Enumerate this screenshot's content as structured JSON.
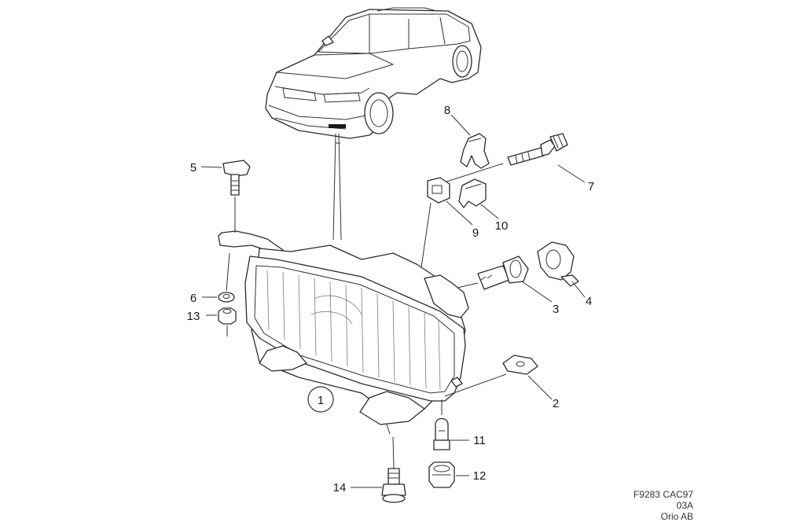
{
  "callouts": {
    "c1": "1",
    "c2": "2",
    "c3": "3",
    "c4": "4",
    "c5": "5",
    "c6": "6",
    "c7": "7",
    "c8": "8",
    "c9": "9",
    "c10": "10",
    "c11": "11",
    "c12": "12",
    "c13": "13",
    "c14": "14"
  },
  "meta": {
    "figure_code": "F9283 CAC97",
    "revision": "03A",
    "vendor": "Orio AB"
  }
}
